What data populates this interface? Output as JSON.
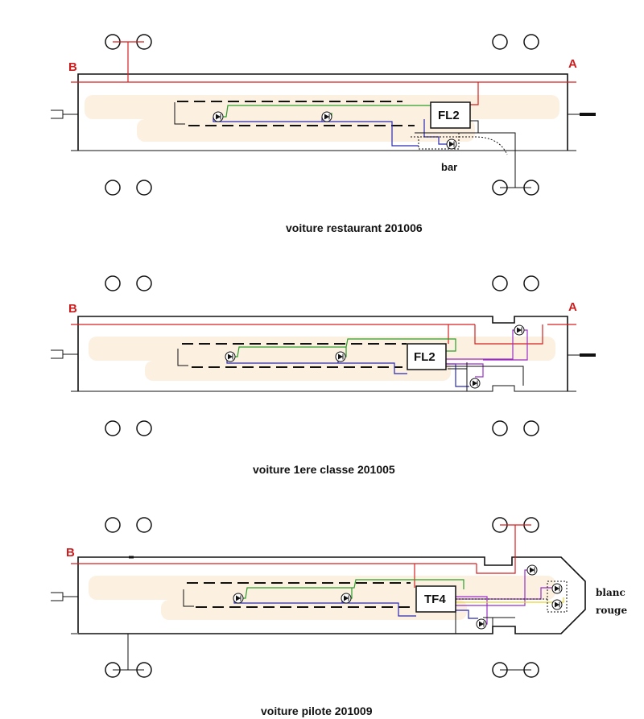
{
  "cars": [
    {
      "caption": "voiture restaurant 201006",
      "end_left": "B",
      "end_right": "A",
      "module": "FL2",
      "zone_label": "bar"
    },
    {
      "caption": "voiture 1ere classe 201005",
      "end_left": "B",
      "end_right": "A",
      "module": "FL2"
    },
    {
      "caption": "voiture pilote 201009",
      "end_left": "B",
      "module": "TF4",
      "light_white": "blanc",
      "light_red": "rouge"
    }
  ],
  "colors": {
    "supply": "#d62020",
    "lighting": "#2c9e2c",
    "return": "#2a2ab0",
    "tail": "#9a2fc6",
    "head": "#e8d42a"
  }
}
